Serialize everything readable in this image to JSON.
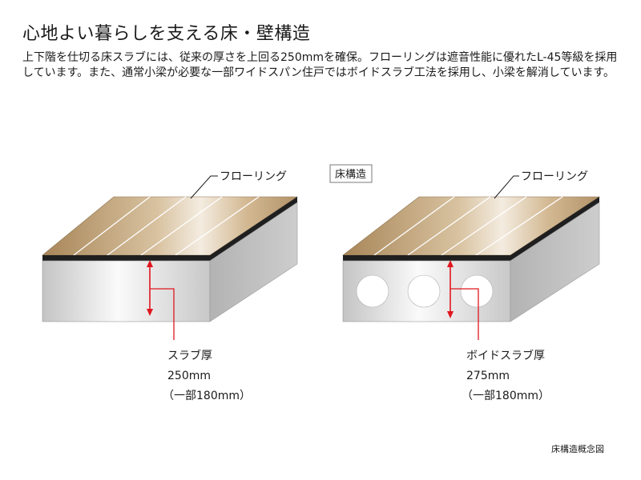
{
  "title": "心地よい暮らしを支える床・壁構造",
  "description": "上下階を仕切る床スラブには、従来の厚さを上回る250mmを確保。フローリングは遮音性能に優れたL-45等級を採用しています。また、通常小梁が必要な一部ワイドスパン住戸ではボイドスラブ工法を採用し、小梁を解消しています。",
  "left_block": {
    "flooring_label": "フローリング",
    "slab_label_line1": "スラブ厚",
    "slab_label_line2": "250mm",
    "slab_label_line3": "（一部180mm）"
  },
  "right_block": {
    "badge": "床構造",
    "flooring_label": "フローリング",
    "slab_label_line1": "ボイドスラブ厚",
    "slab_label_line2": "275mm",
    "slab_label_line3": "（一部180mm）"
  },
  "caption": "床構造概念図",
  "colors": {
    "accent_red": "#e0161e",
    "wood": "#c9ad86",
    "slab": "#d6d6d6"
  }
}
